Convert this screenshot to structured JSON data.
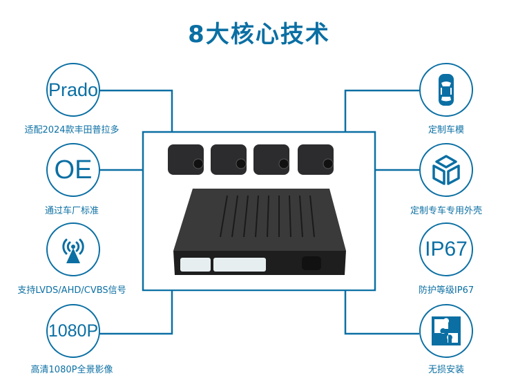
{
  "title": "8大核心技术",
  "left_features": [
    {
      "badge": "Prado",
      "label": "适配2024款丰田普拉多"
    },
    {
      "badge": "OE",
      "label": "通过车厂标准"
    },
    {
      "badge": "",
      "icon": "signal-tower-icon",
      "label": "支持LVDS/AHD/CVBS信号"
    },
    {
      "badge": "1080P",
      "label": "高清1080P全景影像"
    }
  ],
  "right_features": [
    {
      "icon": "car-icon",
      "label": "定制车模"
    },
    {
      "icon": "cube-icon",
      "label": "定制专车专用外壳"
    },
    {
      "badge": "IP67",
      "label": "防护等级IP67"
    },
    {
      "icon": "puzzle-icon",
      "label": "无损安装"
    }
  ],
  "colors": {
    "accent": "#0b6fa3"
  }
}
